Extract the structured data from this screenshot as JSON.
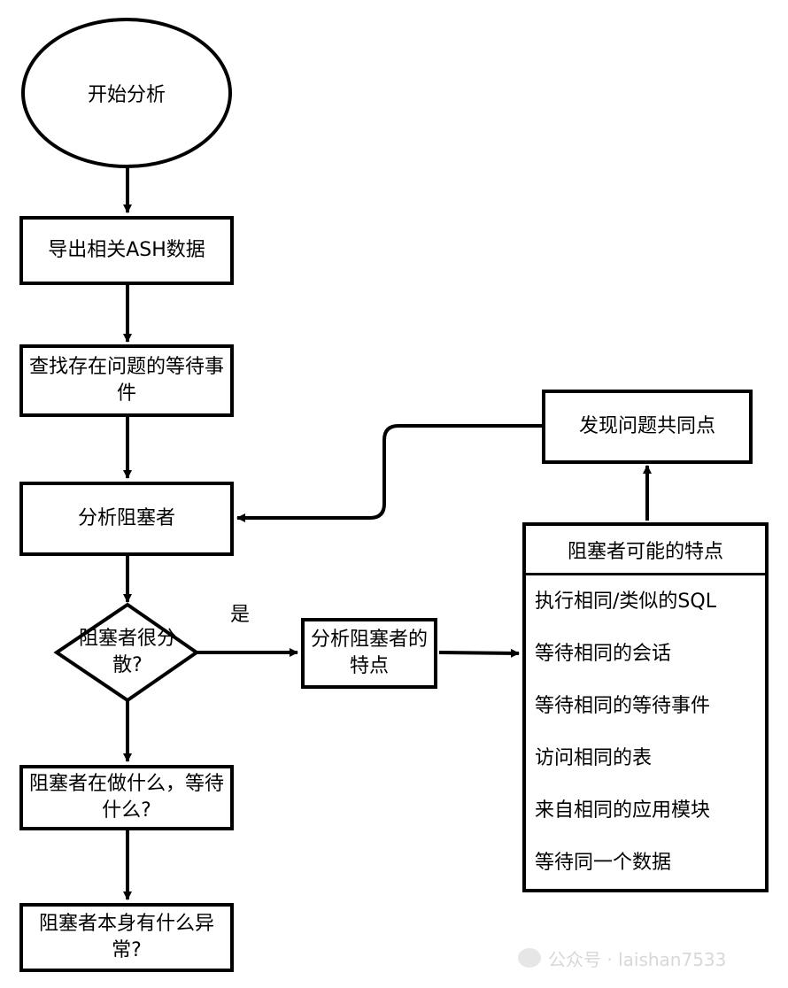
{
  "nodes": {
    "start": "开始分析",
    "export_ash": "导出相关ASH数据",
    "find_wait_events": "查找存在问题的等待事件",
    "analyze_blockers": "分析阻塞者",
    "decision": "阻塞者很分散?",
    "analyze_traits": "分析阻塞者的特点",
    "what_doing": "阻塞者在做什么，等待什么?",
    "self_anomaly": "阻塞者本身有什么异常?",
    "find_common": "发现问题共同点"
  },
  "edge_labels": {
    "yes": "是"
  },
  "traits_list": {
    "header": "阻塞者可能的特点",
    "items": [
      "执行相同/类似的SQL",
      "等待相同的会话",
      "等待相同的等待事件",
      "访问相同的表",
      "来自相同的应用模块",
      "等待同一个数据"
    ]
  },
  "watermark": {
    "icon": "wechat-icon",
    "text": "公众号 · laishan7533"
  },
  "colors": {
    "stroke": "#000000",
    "background": "#ffffff"
  }
}
